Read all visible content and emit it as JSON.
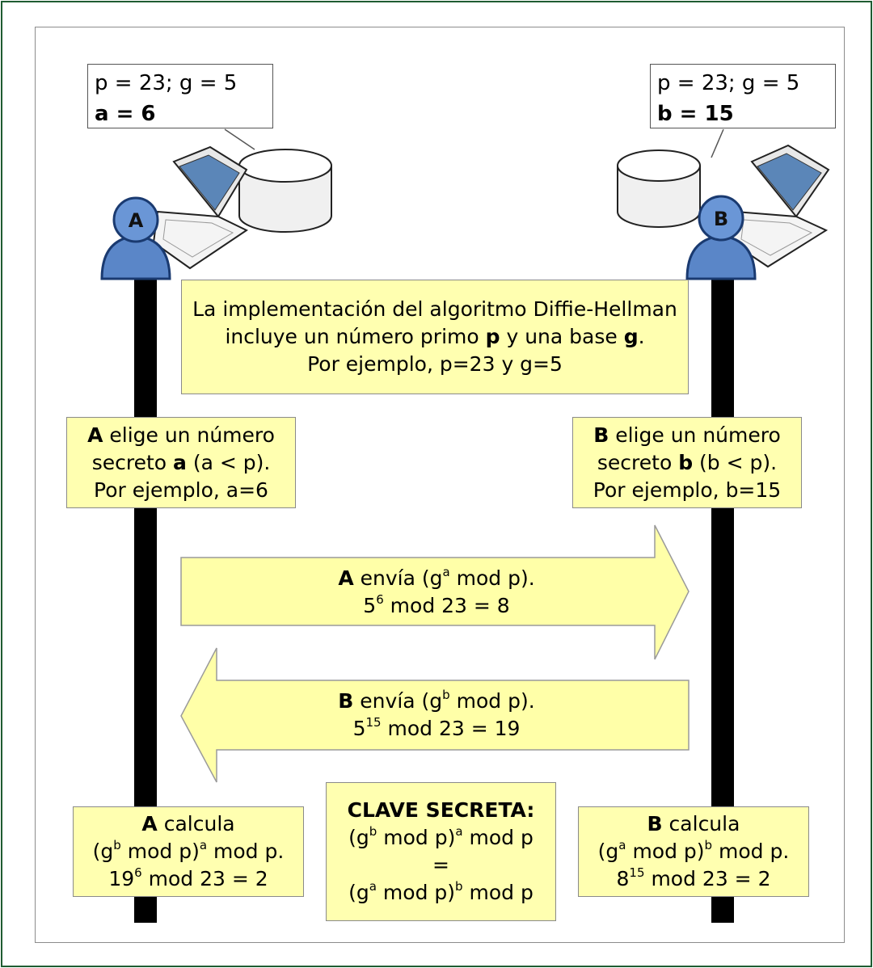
{
  "colors": {
    "frame": "#1f5c32",
    "box_fill": "#ffffb0",
    "arrow_fill": "#ffffa8",
    "person_fill": "#5a86c8"
  },
  "party_a": {
    "badge": "A",
    "note_line1": "p = 23; g = 5",
    "note_line2": "a = 6",
    "icons": [
      "user-icon",
      "laptop-icon",
      "database-icon"
    ]
  },
  "party_b": {
    "badge": "B",
    "note_line1": "p = 23; g = 5",
    "note_line2": "b = 15",
    "icons": [
      "user-icon",
      "laptop-icon",
      "database-icon"
    ]
  },
  "intro": {
    "line1": "La implementación del algoritmo Diffie-Hellman",
    "line2_pre": "incluye un número primo ",
    "line2_p": "p",
    "line2_mid": " y una base ",
    "line2_g": "g",
    "line2_end": ".",
    "line3": "Por ejemplo, p=23 y g=5"
  },
  "a_choose": {
    "bold": "A",
    "line1_rest": " elige un número",
    "line2_pre": "secreto ",
    "line2_var": "a",
    "line2_rest": " (a < p).",
    "line3": "Por ejemplo, a=6"
  },
  "b_choose": {
    "bold": "B",
    "line1_rest": " elige un número",
    "line2_pre": "secreto ",
    "line2_var": "b",
    "line2_rest": " (b < p).",
    "line3": "Por ejemplo, b=15"
  },
  "a_sends": {
    "bold": "A",
    "line1_pre": " envía (g",
    "line1_sup": "a",
    "line1_post": " mod p).",
    "line2_base": "5",
    "line2_sup": "6",
    "line2_post": " mod 23 = 8"
  },
  "b_sends": {
    "bold": "B",
    "line1_pre": " envía (g",
    "line1_sup": "b",
    "line1_post": " mod p).",
    "line2_base": "5",
    "line2_sup": "15",
    "line2_post": " mod 23 = 19"
  },
  "a_calc": {
    "bold": "A",
    "line1_rest": " calcula",
    "line2_a": "(g",
    "line2_sup1": "b",
    "line2_b": " mod p)",
    "line2_sup2": "a",
    "line2_c": " mod p.",
    "line3_base": "19",
    "line3_sup": "6",
    "line3_post": " mod 23 = 2"
  },
  "b_calc": {
    "bold": "B",
    "line1_rest": " calcula",
    "line2_a": "(g",
    "line2_sup1": "a",
    "line2_b": " mod p)",
    "line2_sup2": "b",
    "line2_c": " mod p.",
    "line3_base": "8",
    "line3_sup": "15",
    "line3_post": " mod 23 = 2"
  },
  "secret": {
    "title": "CLAVE SECRETA:",
    "l1_a": "(g",
    "l1_sup1": "b",
    "l1_b": " mod p)",
    "l1_sup2": "a",
    "l1_c": " mod p",
    "eq": "=",
    "l3_a": "(g",
    "l3_sup1": "a",
    "l3_b": " mod p)",
    "l3_sup2": "b",
    "l3_c": " mod p"
  }
}
